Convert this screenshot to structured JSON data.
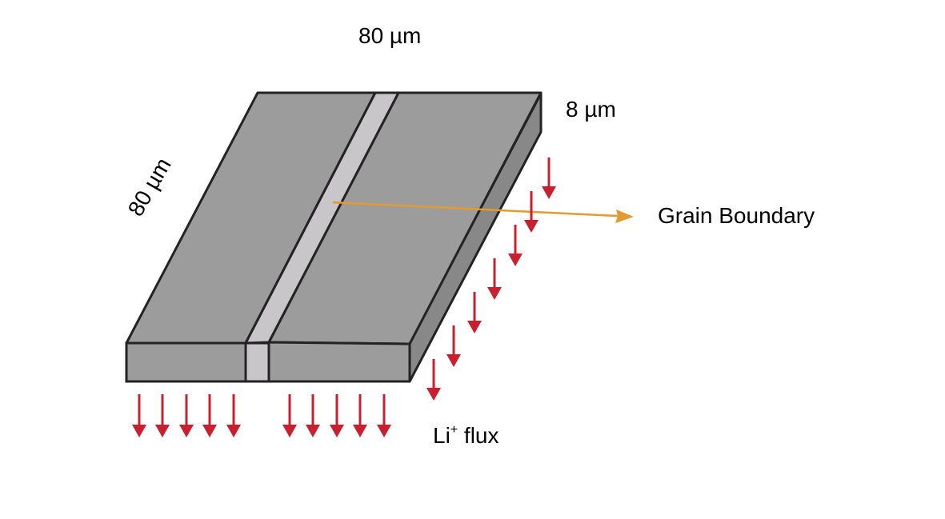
{
  "labels": {
    "top_dimension": "80 µm",
    "side_dimension": "80 µm",
    "thickness": "8 µm",
    "grain_boundary": "Grain Boundary",
    "flux_prefix": "Li",
    "flux_superscript": "+",
    "flux_suffix": " flux"
  },
  "colors": {
    "grain_fill": "#9c9c9c",
    "grain_side_fill": "#888888",
    "boundary_fill": "#c8c6c8",
    "outline": "#232323",
    "flux_arrow": "#c8202e",
    "pointer_arrow": "#e49a2e",
    "text": "#000000"
  },
  "flux_arrows": {
    "front_count": 10,
    "right_side_count": 7
  }
}
